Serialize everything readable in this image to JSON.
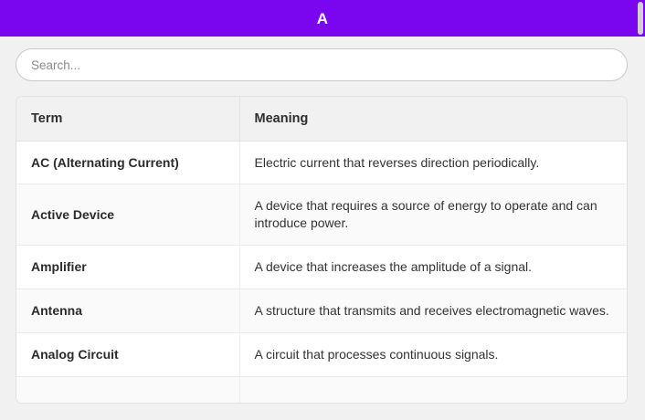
{
  "appbar": {
    "title": "A"
  },
  "search": {
    "placeholder": "Search...",
    "value": ""
  },
  "table": {
    "headers": {
      "term": "Term",
      "meaning": "Meaning"
    },
    "rows": [
      {
        "term": "AC (Alternating Current)",
        "meaning": "Electric current that reverses direction periodically."
      },
      {
        "term": "Active Device",
        "meaning": "A device that requires a source of energy to operate and can introduce power."
      },
      {
        "term": "Amplifier",
        "meaning": "A device that increases the amplitude of a signal."
      },
      {
        "term": "Antenna",
        "meaning": "A structure that transmits and receives electromagnetic waves."
      },
      {
        "term": "Analog Circuit",
        "meaning": "A circuit that processes continuous signals."
      },
      {
        "term": "",
        "meaning": ""
      }
    ]
  },
  "scrollbar": {
    "position": "top"
  },
  "colors": {
    "accent": "#7a06f0",
    "page_background": "#f1f1f1",
    "row_alt": "#fafafa",
    "row_plain": "#ffffff",
    "border": "#e2e2e2",
    "text": "#333333"
  }
}
